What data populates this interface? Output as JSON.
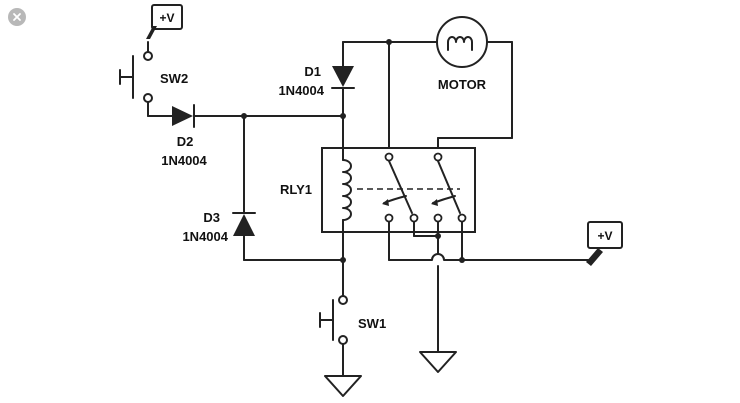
{
  "window": {
    "close_icon": "close-x-icon"
  },
  "labels": {
    "sw2": "SW2",
    "d1_name": "D1",
    "d1_part": "1N4004",
    "d2_name": "D2",
    "d2_part": "1N4004",
    "d3_name": "D3",
    "d3_part": "1N4004",
    "motor": "MOTOR",
    "rly1": "RLY1",
    "sw1": "SW1",
    "supply_top": "+V",
    "supply_right": "+V"
  }
}
